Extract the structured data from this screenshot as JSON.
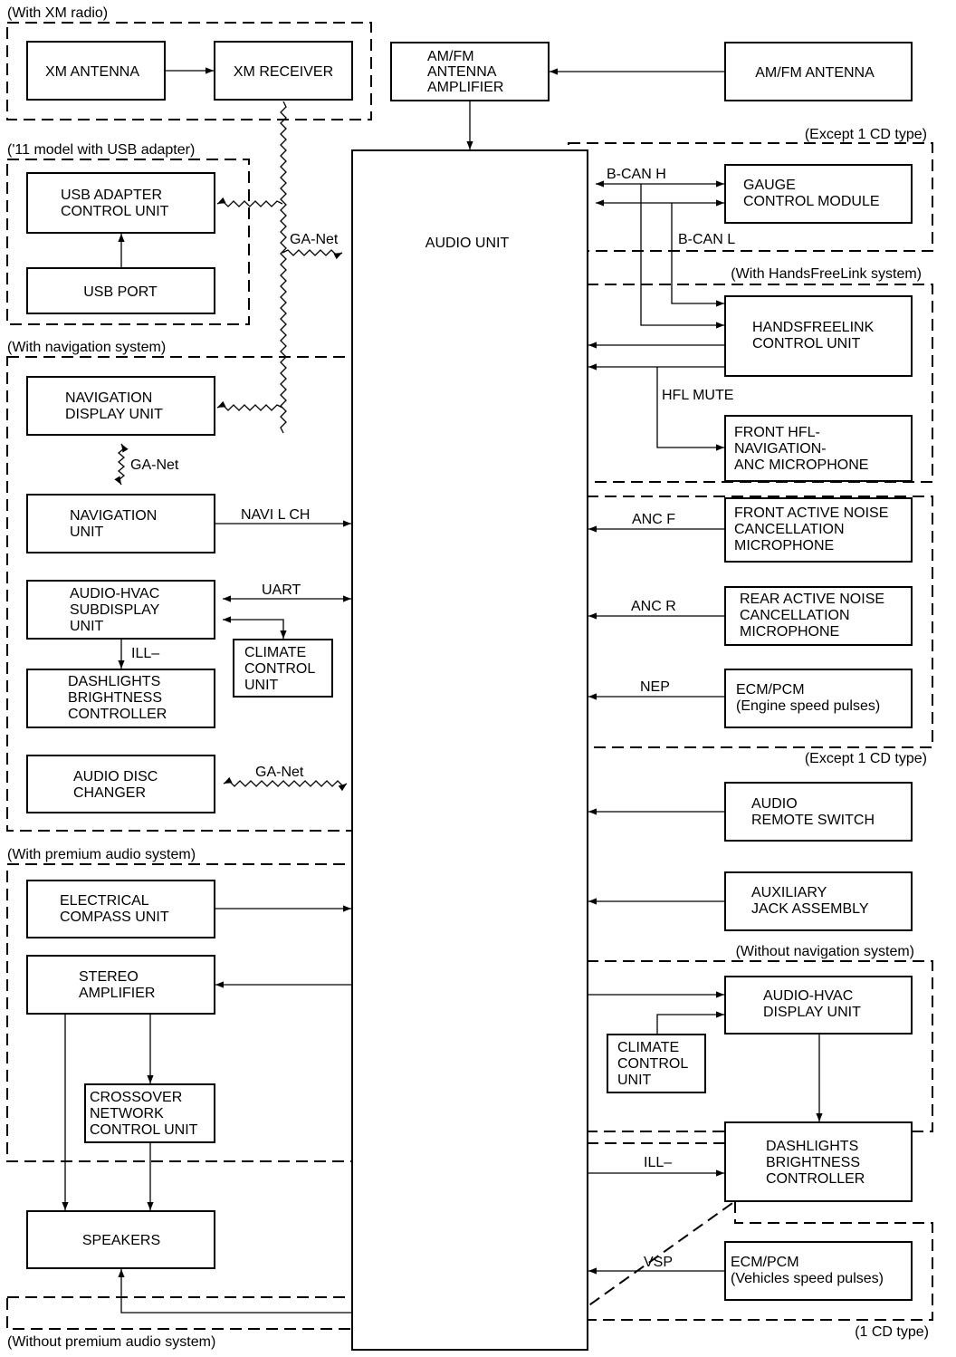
{
  "groups": {
    "xm": "(With XM radio)",
    "usb": "('11 model with USB adapter)",
    "nav": "(With navigation system)",
    "premium": "(With premium audio system)",
    "without_premium": "(Without premium audio system)",
    "except_cd_top": "(Except 1 CD type)",
    "hfl": "(With HandsFreeLink system)",
    "except_cd_bottom": "(Except 1 CD type)",
    "without_nav": "(Without navigation system)",
    "cd": "(1 CD type)"
  },
  "boxes": {
    "xm_antenna": [
      "XM ANTENNA"
    ],
    "xm_receiver": [
      "XM RECEIVER"
    ],
    "amfm_amp": [
      "AM/FM",
      "ANTENNA",
      "AMPLIFIER"
    ],
    "amfm_antenna": [
      "AM/FM ANTENNA"
    ],
    "usb_adapter": [
      "USB ADAPTER",
      "CONTROL UNIT"
    ],
    "usb_port": [
      "USB PORT"
    ],
    "audio_unit": [
      "AUDIO UNIT"
    ],
    "gauge": [
      "GAUGE",
      "CONTROL MODULE"
    ],
    "hfl_unit": [
      "HANDSFREELINK",
      "CONTROL UNIT"
    ],
    "front_hfl_mic": [
      "FRONT HFL-",
      "NAVIGATION-",
      "ANC MICROPHONE"
    ],
    "front_anc_mic": [
      "FRONT ACTIVE NOISE",
      "CANCELLATION",
      "MICROPHONE"
    ],
    "rear_anc_mic": [
      "REAR ACTIVE NOISE",
      "CANCELLATION",
      "MICROPHONE"
    ],
    "ecm_engine": [
      "ECM/PCM",
      "(Engine speed pulses)"
    ],
    "nav_display": [
      "NAVIGATION",
      "DISPLAY UNIT"
    ],
    "nav_unit": [
      "NAVIGATION",
      "UNIT"
    ],
    "audio_hvac_sub": [
      "AUDIO-HVAC",
      "SUBDISPLAY",
      "UNIT"
    ],
    "climate_left": [
      "CLIMATE",
      "CONTROL",
      "UNIT"
    ],
    "dash_left": [
      "DASHLIGHTS",
      "BRIGHTNESS",
      "CONTROLLER"
    ],
    "disc_changer": [
      "AUDIO DISC",
      "CHANGER"
    ],
    "remote_switch": [
      "AUDIO",
      "REMOTE SWITCH"
    ],
    "aux_jack": [
      "AUXILIARY",
      "JACK ASSEMBLY"
    ],
    "compass": [
      "ELECTRICAL",
      "COMPASS UNIT"
    ],
    "stereo_amp": [
      "STEREO",
      "AMPLIFIER"
    ],
    "crossover": [
      "CROSSOVER",
      "NETWORK",
      "CONTROL UNIT"
    ],
    "speakers": [
      "SPEAKERS"
    ],
    "audio_hvac_disp": [
      "AUDIO-HVAC",
      "DISPLAY UNIT"
    ],
    "climate_right": [
      "CLIMATE",
      "CONTROL",
      "UNIT"
    ],
    "dash_right": [
      "DASHLIGHTS",
      "BRIGHTNESS",
      "CONTROLLER"
    ],
    "ecm_vehicle": [
      "ECM/PCM",
      "(Vehicles speed pulses)"
    ]
  },
  "signals": {
    "ganet_top": "GA-Net",
    "ganet_nav": "GA-Net",
    "navi_lch": "NAVI L CH",
    "uart": "UART",
    "ill_left": "ILL–",
    "ganet_disc": "GA-Net",
    "bcan_h": "B-CAN H",
    "bcan_l": "B-CAN L",
    "hfl_mute": "HFL MUTE",
    "anc_f": "ANC F",
    "anc_r": "ANC R",
    "nep": "NEP",
    "ill_right": "ILL–",
    "vsp": "VSP"
  }
}
